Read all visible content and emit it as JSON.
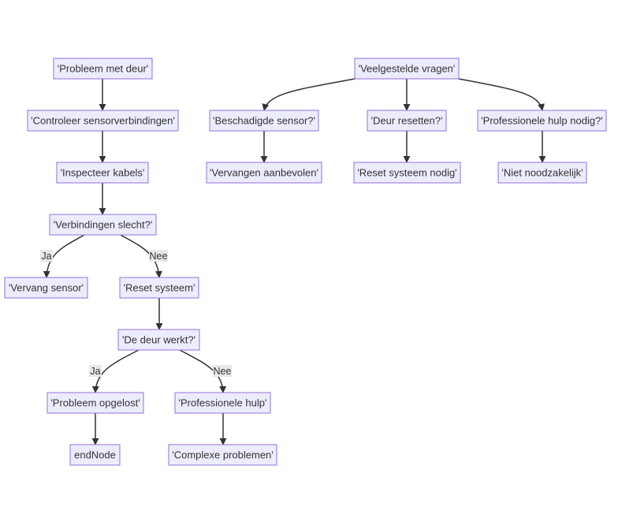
{
  "nodes": {
    "probleem_met_deur": "'Probleem met deur'",
    "controleer_sensorverbindingen": "'Controleer sensorverbindingen'",
    "inspecteer_kabels": "'Inspecteer kabels'",
    "verbindingen_slecht": "'Verbindingen slecht?'",
    "vervang_sensor": "'Vervang sensor'",
    "reset_systeem": "'Reset systeem'",
    "de_deur_werkt": "'De deur werkt?'",
    "probleem_opgelost": "'Probleem opgelost'",
    "professionele_hulp": "'Professionele hulp'",
    "end_node": "endNode",
    "complexe_problemen": "'Complexe problemen'",
    "veelgestelde_vragen": "'Veelgestelde vragen'",
    "beschadigde_sensor": "'Beschadigde sensor?'",
    "deur_resetten": "'Deur resetten?'",
    "professionele_hulp_nodig": "'Professionele hulp nodig?'",
    "vervangen_aanbevolen": "'Vervangen aanbevolen'",
    "reset_systeem_nodig": "'Reset systeem nodig'",
    "niet_noodzakelijk": "'Niet noodzakelijk'"
  },
  "edge_labels": {
    "verbindingen_ja": "Ja",
    "verbindingen_nee": "Nee",
    "deur_werkt_ja": "Ja",
    "deur_werkt_nee": "Nee"
  },
  "colors": {
    "node_fill": "#ECECFF",
    "node_border": "#9370DB",
    "edge": "#333333",
    "label_bg": "#e8e8e8"
  }
}
